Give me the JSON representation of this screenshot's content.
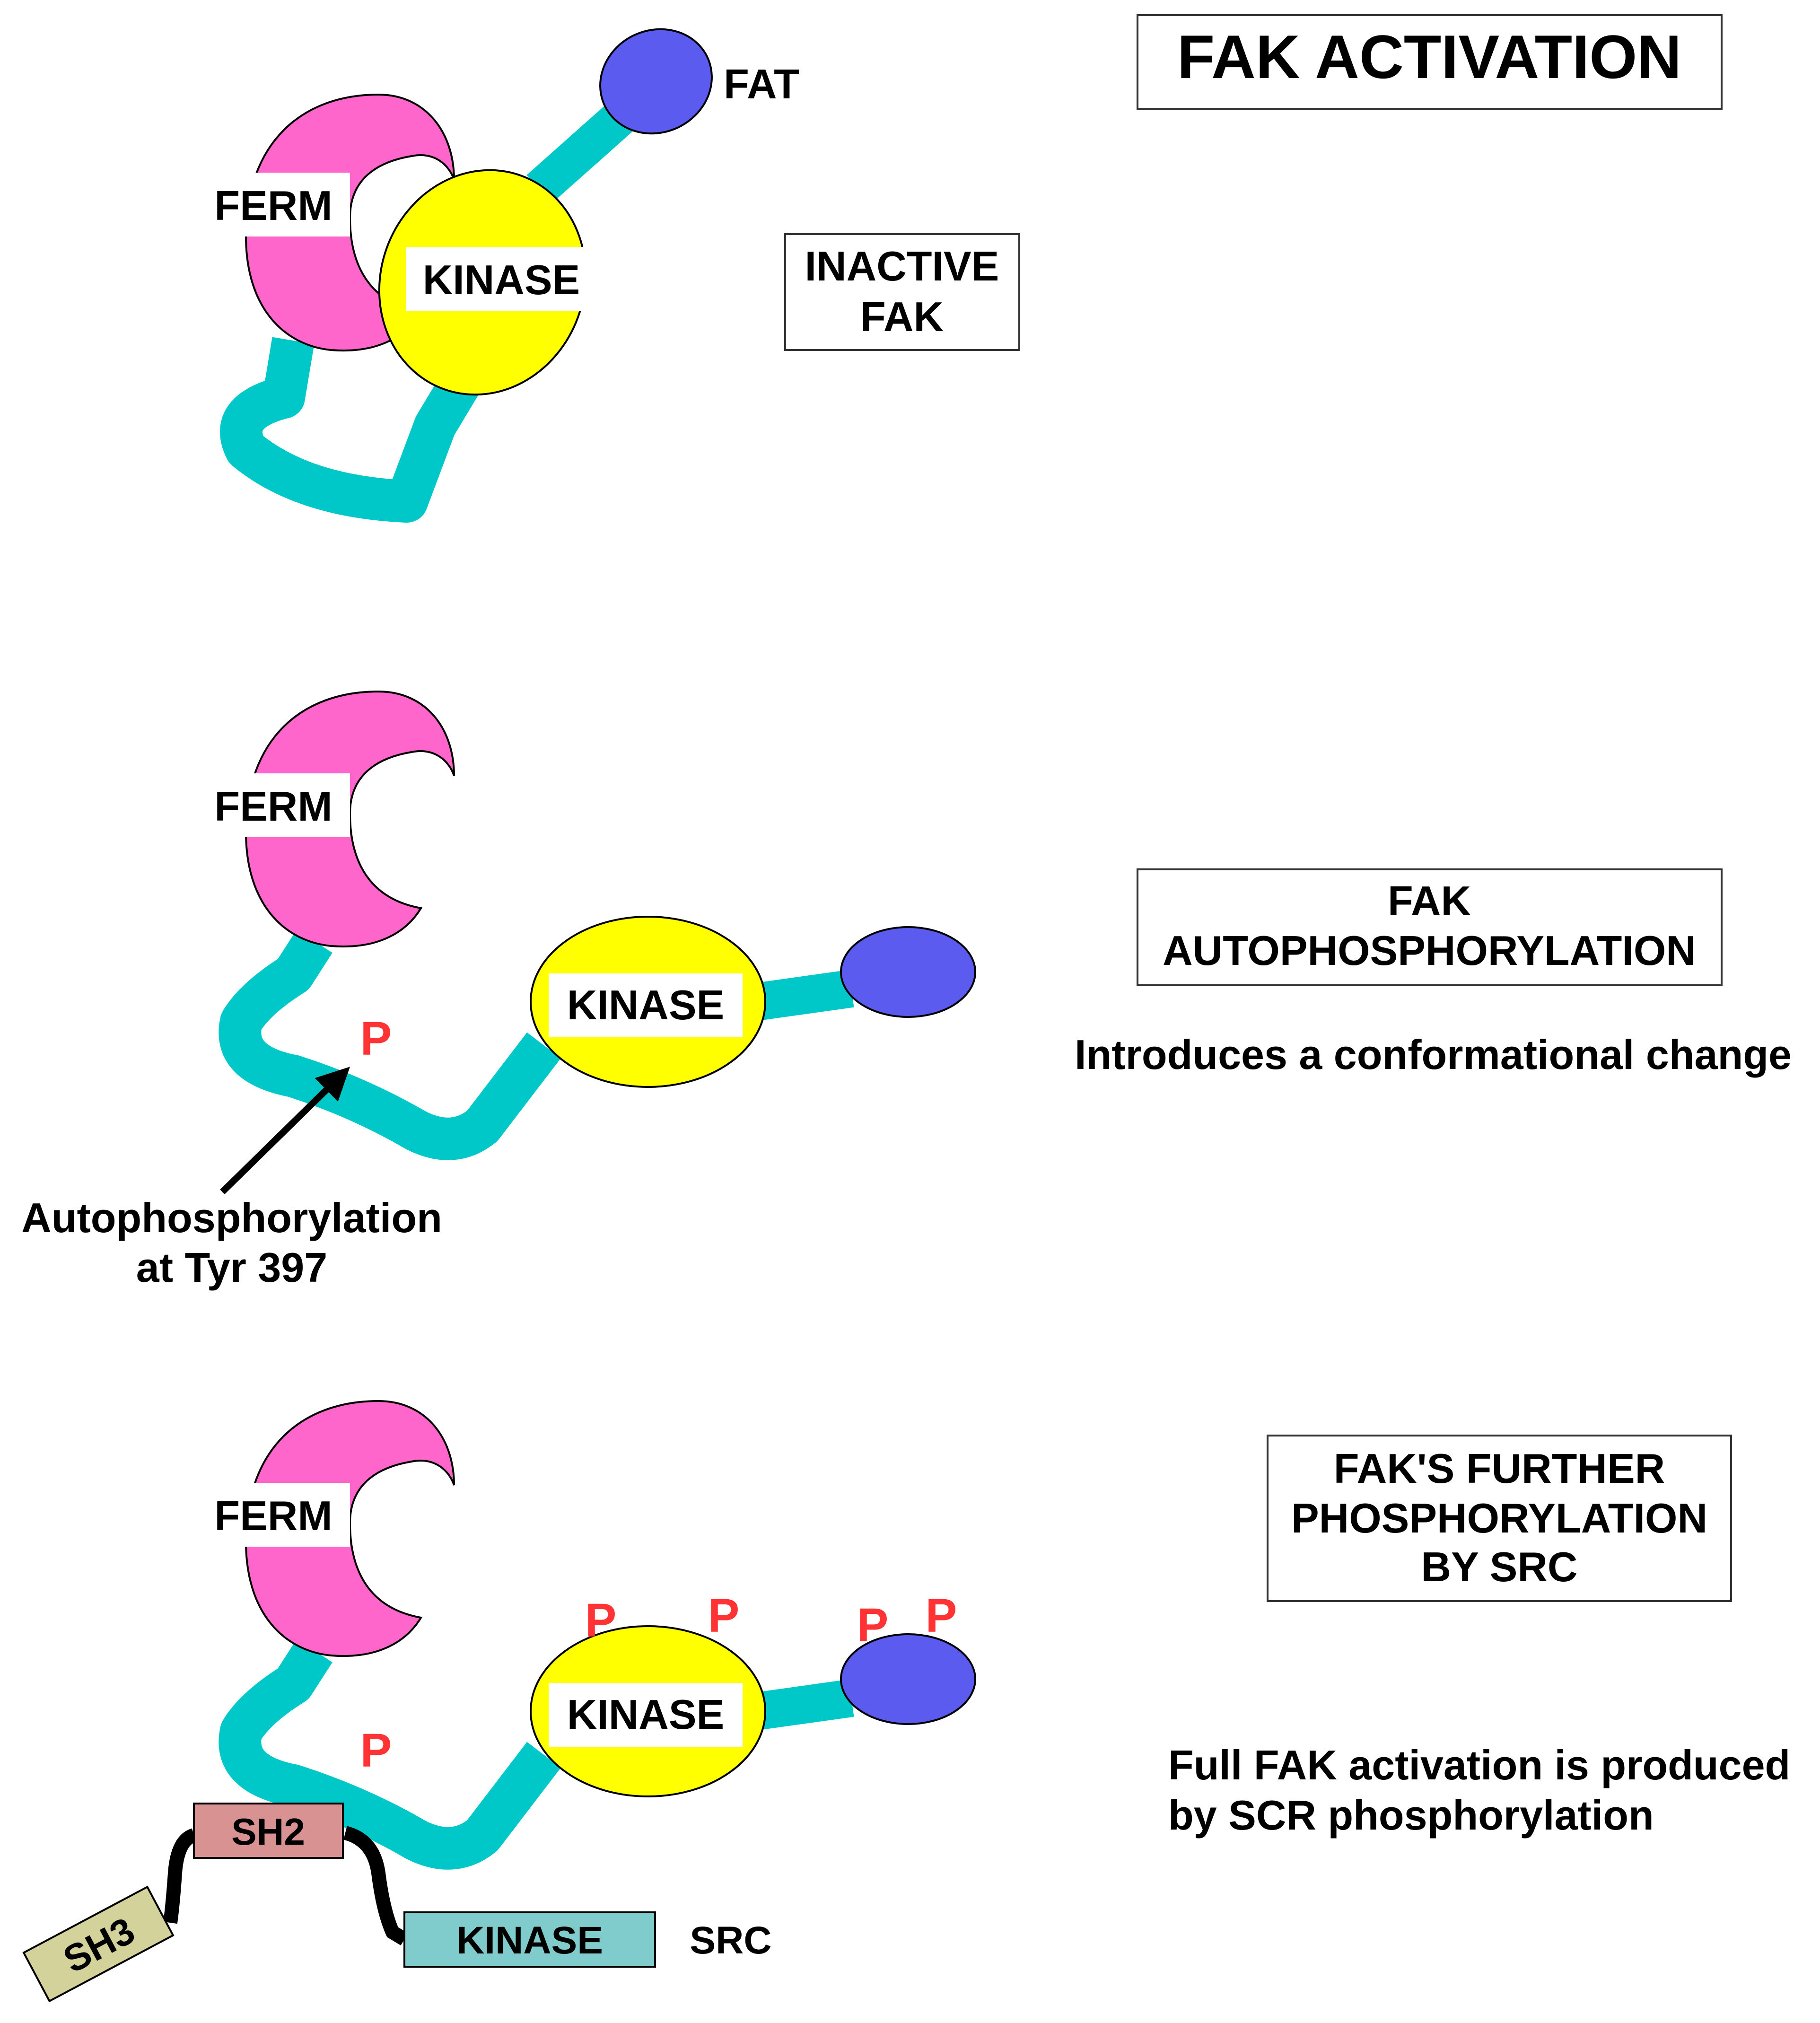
{
  "colors": {
    "ferm": "#ff66cc",
    "kinase": "#ffff00",
    "fat": "#5b5bf0",
    "linker": "#00c8c8",
    "phospho": "#ff3333",
    "sh2": "#d89292",
    "sh3": "#d2d29a",
    "src_kinase": "#80cccc"
  },
  "title": "FAK ACTIVATION",
  "panel1": {
    "ferm": "FERM",
    "kinase": "KINASE",
    "fat": "FAT",
    "state_line1": "INACTIVE",
    "state_line2": "FAK"
  },
  "panel2": {
    "ferm": "FERM",
    "kinase": "KINASE",
    "phospho": "P",
    "box_line1": "FAK",
    "box_line2": "AUTOPHOSPHORYLATION",
    "note": "Introduces a conformational change",
    "annot_line1": "Autophosphorylation",
    "annot_line2": "at Tyr 397"
  },
  "panel3": {
    "ferm": "FERM",
    "kinase": "KINASE",
    "phospho": "P",
    "box_line1": "FAK'S FURTHER",
    "box_line2": "PHOSPHORYLATION",
    "box_line3": "BY SRC",
    "note_line1": "Full FAK activation is produced",
    "note_line2": "by SCR phosphorylation",
    "sh2": "SH2",
    "sh3": "SH3",
    "src_kinase": "KINASE",
    "src": "SRC"
  }
}
